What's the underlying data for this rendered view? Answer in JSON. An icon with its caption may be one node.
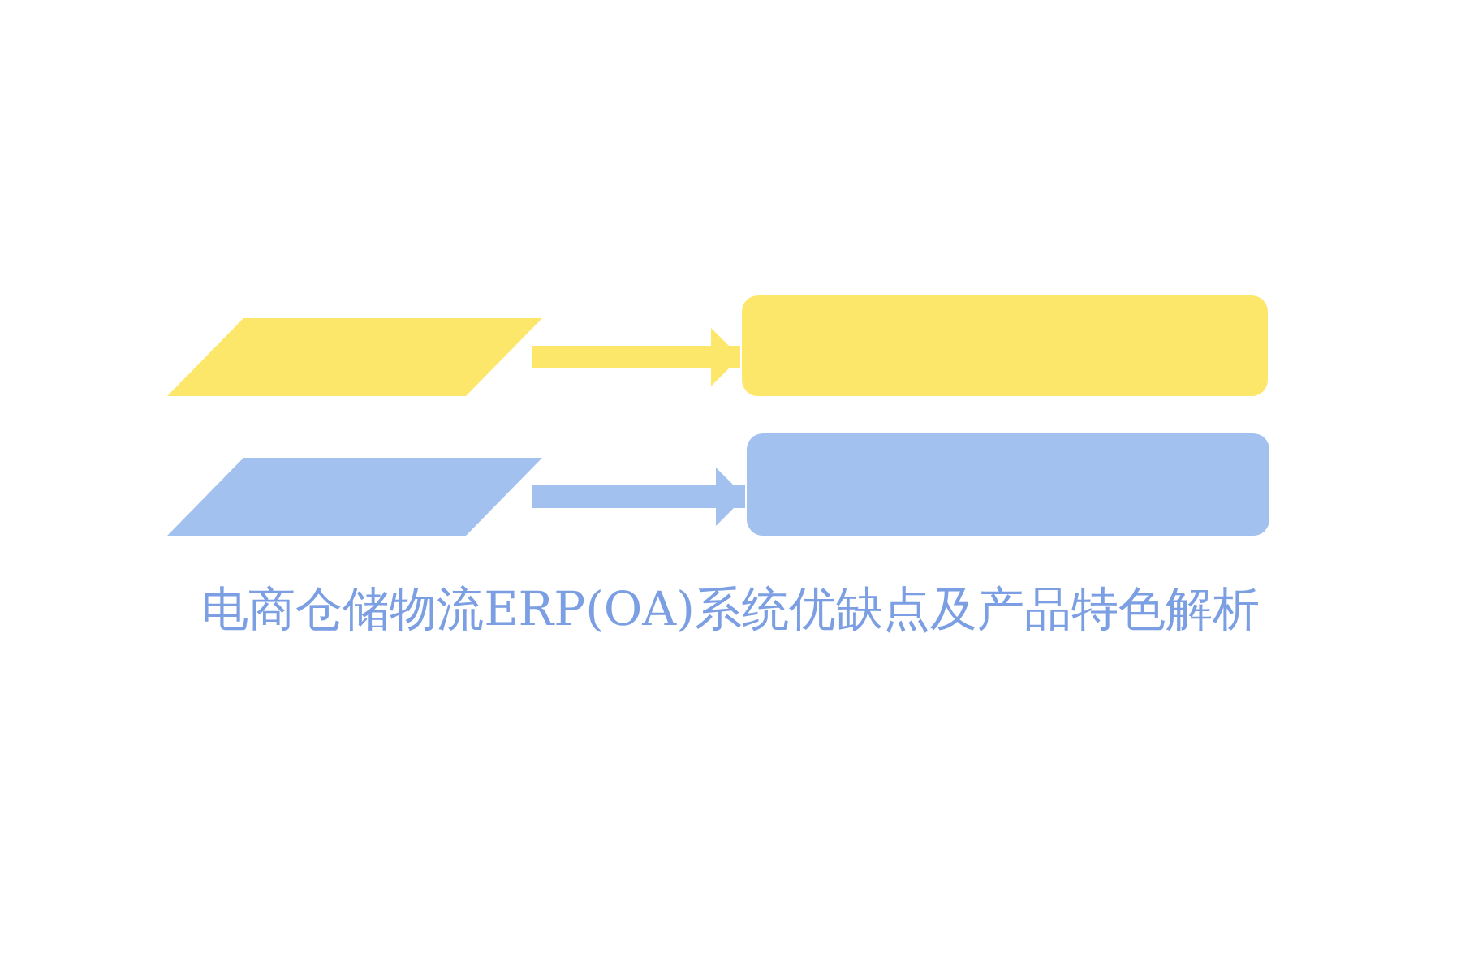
{
  "diagram": {
    "title": "电商仓储物流ERP(OA)系统优缺点及产品特色解析",
    "nodes": [
      {
        "text": [],
        "shape": "parallelogram"
      },
      {
        "text": [],
        "shape": "box"
      },
      {
        "text": [],
        "shape": "parallelogram"
      },
      {
        "text": [],
        "shape": "box"
      }
    ],
    "edges": [
      {
        "from": 0,
        "to": 1,
        "arrow": "to",
        "color": "#fde76a"
      },
      {
        "from": 2,
        "to": 3,
        "arrow": "to",
        "color": "#a2c1ee"
      }
    ]
  }
}
